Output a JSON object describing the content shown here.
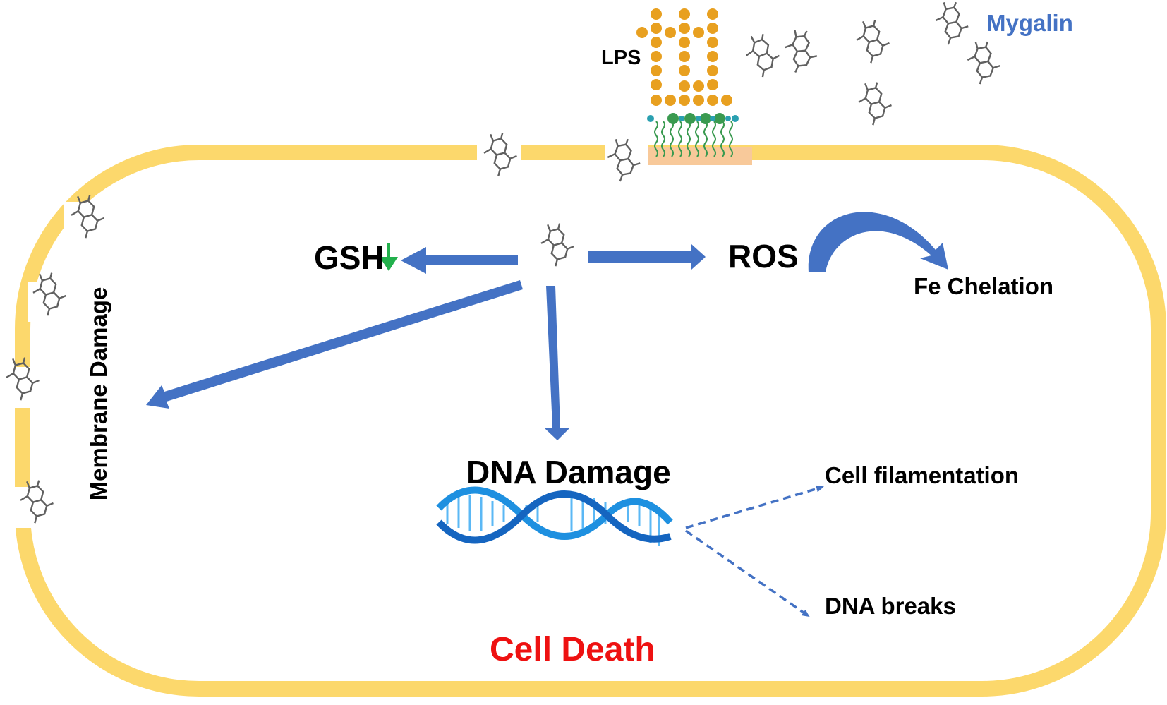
{
  "labels": {
    "mygalin": "Mygalin",
    "lps": "LPS",
    "gsh": "GSH",
    "ros": "ROS",
    "fe_chelation": "Fe Chelation",
    "membrane_damage": "Membrane  Damage",
    "dna_damage": "DNA Damage",
    "cell_filamentation": "Cell filamentation",
    "dna_breaks": "DNA breaks",
    "cell_death": "Cell Death"
  },
  "colors": {
    "membrane": "#FCD86C",
    "arrow": "#4472C4",
    "lps_sugar": "#E8A020",
    "lipid_head": "#3A9A50",
    "lipid_anchor": "#F8C99A",
    "gsh_down_arrow": "#22B04C",
    "mygalin_text": "#4472C4",
    "cell_death_text": "#EE1111",
    "dna_helix": "#1E90E0",
    "molecule": "#606060"
  },
  "icons": {
    "mygalin_molecule": "molecule-icon",
    "dna": "dna-helix-icon",
    "gsh_decrease": "down-arrow-icon"
  }
}
